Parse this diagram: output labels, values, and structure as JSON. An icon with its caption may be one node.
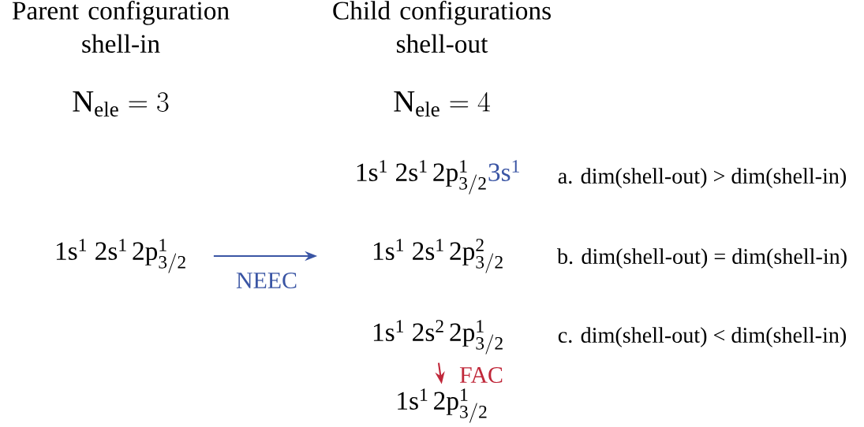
{
  "diagram": {
    "nodes": [
      {
        "text": [
          "\\mathrm{1s^{1}\\;2s^{1}\\,2p^{1}_{3/2}}"
        ]
      },
      {
        "text": [
          "\\mathrm{1s^{1}\\;2s^{1}\\,2p^{1}_{3/2}}",
          "\\mathrm{3s^{1}}"
        ],
        "beside": [
          "a. dim(shell-out) > dim(shell-in)"
        ]
      },
      {
        "text": [
          "\\mathrm{1s^{1}\\;2s^{1}\\,2p^{2}_{3/2}}"
        ],
        "beside": [
          "b. dim(shell-out) = dim(shell-in)"
        ]
      },
      {
        "text": [
          "\\mathrm{1s^{1}\\;2s^{2}\\,2p^{1}_{3/2}}"
        ],
        "beside": [
          "c. dim(shell-out) < dim(shell-in)"
        ]
      },
      {
        "text": [
          "\\mathrm{1s^{1}\\,2p^{1}_{3/2}}"
        ]
      }
    ],
    "edges": [
      {
        "from": 0,
        "to": 2,
        "arrow": "to",
        "label": "NEEC",
        "color": "#3a55a4"
      },
      {
        "from": 3,
        "to": 4,
        "arrow": "to",
        "label": "FAC",
        "color": "#c0283a"
      }
    ],
    "labels": [
      "Parent configuration shell-in",
      "Child configurations shell-out",
      "\\mathrm{N}_{\\mathrm{ele}} = 3",
      "\\mathrm{N}_{\\mathrm{ele}} = 4"
    ]
  }
}
